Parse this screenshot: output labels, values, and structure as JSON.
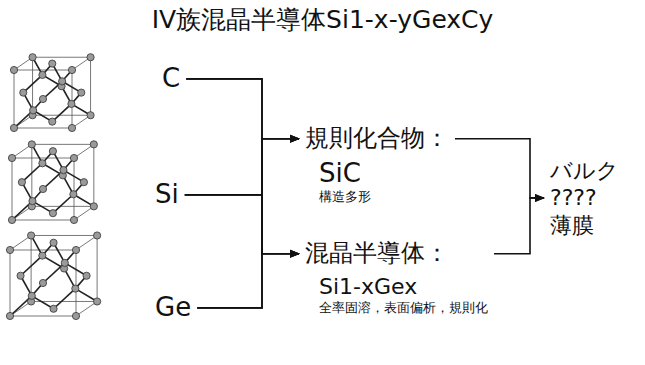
{
  "diagram": {
    "title": "IV族混晶半導体Si1-x-yGexCy",
    "nodes": [
      {
        "text": [
          "C"
        ]
      },
      {
        "text": [
          "Si"
        ]
      },
      {
        "text": [
          "Ge"
        ]
      },
      {
        "text": [
          "規則化合物：",
          "SiC",
          "構造多形"
        ]
      },
      {
        "text": [
          "混晶半導体：",
          "Si1-xGex",
          "全率固溶，表面偏析，規則化"
        ]
      },
      {
        "text": [
          "バルク",
          "????",
          "薄膜"
        ]
      }
    ],
    "edges": [
      {
        "from": 0,
        "to": 3,
        "arrow": "to"
      },
      {
        "from": 1,
        "to": 3,
        "arrow": "to"
      },
      {
        "from": 2,
        "to": 3,
        "arrow": "to"
      },
      {
        "from": 0,
        "to": 4,
        "arrow": "to"
      },
      {
        "from": 1,
        "to": 4,
        "arrow": "to"
      },
      {
        "from": 2,
        "to": 4,
        "arrow": "to"
      },
      {
        "from": 3,
        "to": 5,
        "arrow": "to"
      },
      {
        "from": 4,
        "to": 5,
        "arrow": "to"
      }
    ]
  }
}
